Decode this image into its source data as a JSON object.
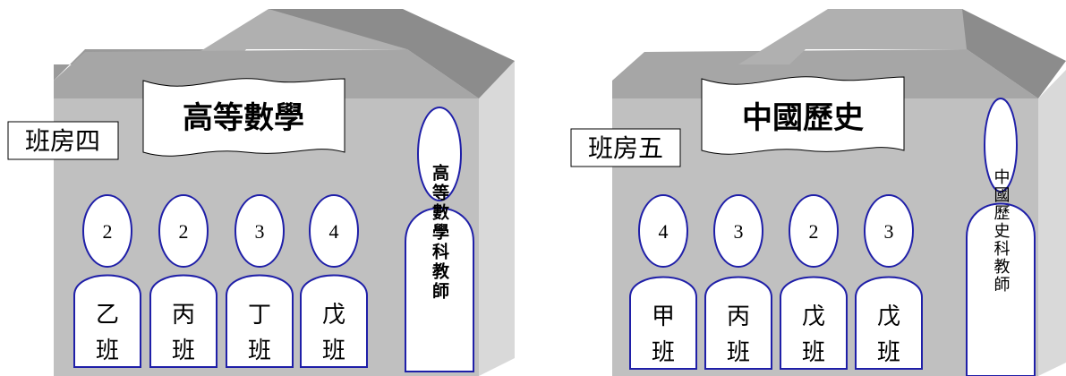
{
  "classrooms": [
    {
      "room_label": "班房四",
      "subject_banner": "高等數學",
      "students": [
        {
          "count": "2",
          "name": "乙",
          "suffix": "班"
        },
        {
          "count": "2",
          "name": "丙",
          "suffix": "班"
        },
        {
          "count": "3",
          "name": "丁",
          "suffix": "班"
        },
        {
          "count": "4",
          "name": "戊",
          "suffix": "班"
        }
      ],
      "teacher_label": "高等數學科教師"
    },
    {
      "room_label": "班房五",
      "subject_banner": "中國歷史",
      "students": [
        {
          "count": "4",
          "name": "甲",
          "suffix": "班"
        },
        {
          "count": "3",
          "name": "丙",
          "suffix": "班"
        },
        {
          "count": "2",
          "name": "戊",
          "suffix": "班"
        },
        {
          "count": "3",
          "name": "戊",
          "suffix": "班"
        }
      ],
      "teacher_label": "中國歷史科教師"
    }
  ],
  "colors": {
    "wall_front": "#c0c0c0",
    "roof": "#9a9a9a",
    "wall_side": "#d9d9d9",
    "figure_stroke": "#1f1fa8"
  }
}
